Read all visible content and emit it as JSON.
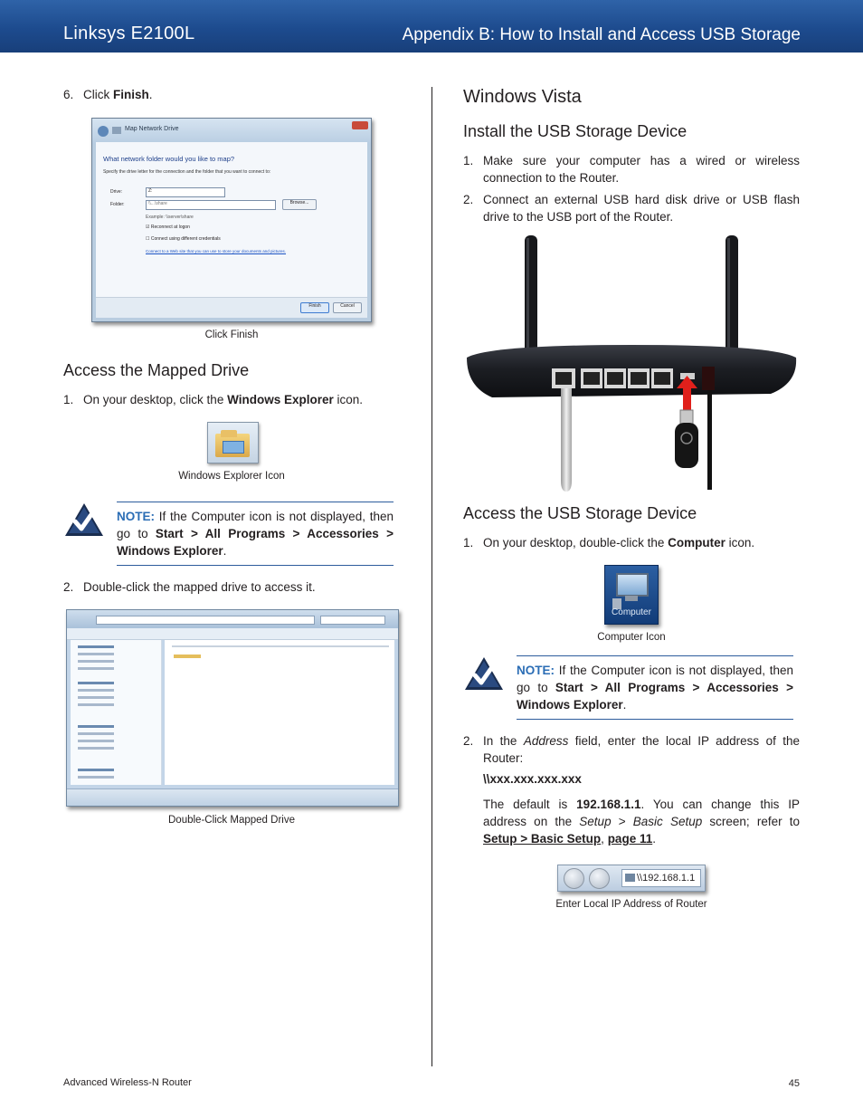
{
  "header": {
    "product": "Linksys E2100L",
    "section": "Appendix B: How to Install and Access USB Storage"
  },
  "left": {
    "step6": {
      "num": "6.",
      "pre": "Click ",
      "bold": "Finish",
      "post": "."
    },
    "fig_finish": {
      "caption": "Click Finish",
      "dialog_title": "Map Network Drive",
      "question": "What network folder would you like to map?",
      "instr": "Specify the drive letter for the connection and the folder that you want to connect to:",
      "drive_label": "Drive:",
      "drive_value": "Z:",
      "folder_label": "Folder:",
      "folder_value": "\\\\...\\share",
      "browse": "Browse...",
      "example": "Example: \\\\server\\share",
      "reconnect": "Reconnect at logon",
      "diff_cred": "Connect using different credentials",
      "link": "Connect to a Web site that you can use to store your documents and pictures.",
      "finish_btn": "Finish",
      "cancel_btn": "Cancel"
    },
    "access_heading": "Access the Mapped Drive",
    "step1": {
      "num": "1.",
      "pre": "On your desktop, click the ",
      "bold": "Windows Explorer",
      "post": " icon."
    },
    "fig_explorer_caption": "Windows Explorer Icon",
    "note": {
      "label": "NOTE:",
      "text1": " If the Computer icon is not displayed, then go to ",
      "b1": "Start > All Programs > Accessories > Windows Explorer",
      "post": "."
    },
    "step2": {
      "num": "2.",
      "text": "Double-click the mapped drive to access it."
    },
    "fig_mapped_caption": "Double-Click Mapped Drive"
  },
  "right": {
    "title": "Windows Vista",
    "install_heading": "Install the USB Storage Device",
    "istep1": {
      "num": "1.",
      "text": "Make sure your computer has a wired or wireless connection to the Router."
    },
    "istep2": {
      "num": "2.",
      "text": "Connect an external USB hard disk drive or USB flash drive to the USB port of the Router."
    },
    "access_heading": "Access the USB Storage Device",
    "astep1": {
      "num": "1.",
      "pre": "On your desktop, double-click the ",
      "bold": "Computer",
      "post": " icon."
    },
    "fig_computer": {
      "caption": "Computer Icon",
      "label": "Computer"
    },
    "note": {
      "label": "NOTE:",
      "text1": " If the Computer icon is not displayed, then go to ",
      "b1": "Start > All Programs > Accessories > Windows Explorer",
      "post": "."
    },
    "astep2": {
      "num": "2.",
      "pre": "In the ",
      "ital": "Address",
      "post": " field, enter the local IP address of the Router:",
      "ip_format": "\\\\xxx.xxx.xxx.xxx",
      "default_pre": "The default is ",
      "default_ip": "192.168.1.1",
      "default_mid": ". You can change this IP address on the ",
      "setup": "Setup",
      "gt": " > ",
      "basic": "Basic Setup",
      "refer": " screen; refer to ",
      "link1": "Setup > Basic Setup",
      "comma": ", ",
      "link2": "page 11",
      "end": "."
    },
    "fig_ip": {
      "caption": "Enter Local IP Address of Router",
      "address": "\\\\192.168.1.1"
    }
  },
  "footer": {
    "left": "Advanced Wireless-N Router",
    "page": "45"
  }
}
